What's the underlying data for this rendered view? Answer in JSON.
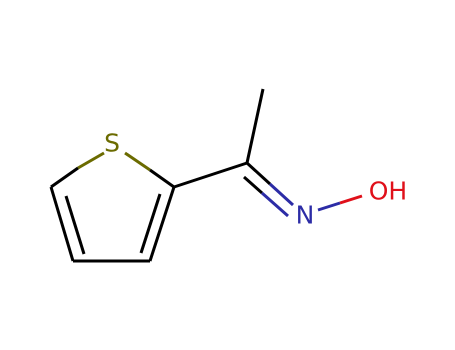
{
  "molecule": {
    "atoms": [
      {
        "id": "S",
        "element": "S",
        "label": "S",
        "color": "#6b6b00"
      },
      {
        "id": "N",
        "element": "N",
        "label": "N",
        "color": "#2c2ca6"
      },
      {
        "id": "O",
        "element": "O",
        "label": "OH",
        "color": "#e0101a"
      },
      {
        "id": "C2",
        "element": "C",
        "label": ""
      },
      {
        "id": "C3",
        "element": "C",
        "label": ""
      },
      {
        "id": "C4",
        "element": "C",
        "label": ""
      },
      {
        "id": "C5",
        "element": "C",
        "label": ""
      },
      {
        "id": "C6",
        "element": "C",
        "label": ""
      },
      {
        "id": "CH3",
        "element": "C",
        "label": ""
      }
    ],
    "bonds": [
      {
        "from": "S",
        "to": "C5",
        "order": 1
      },
      {
        "from": "S",
        "to": "C2",
        "order": 1
      },
      {
        "from": "C5",
        "to": "C4",
        "order": 2
      },
      {
        "from": "C4",
        "to": "C3",
        "order": 1
      },
      {
        "from": "C3",
        "to": "C2",
        "order": 2
      },
      {
        "from": "C2",
        "to": "C6",
        "order": 1
      },
      {
        "from": "C6",
        "to": "CH3",
        "order": 1
      },
      {
        "from": "C6",
        "to": "N",
        "order": 2
      },
      {
        "from": "N",
        "to": "O",
        "order": 1
      }
    ],
    "bond_color": "#000000"
  }
}
